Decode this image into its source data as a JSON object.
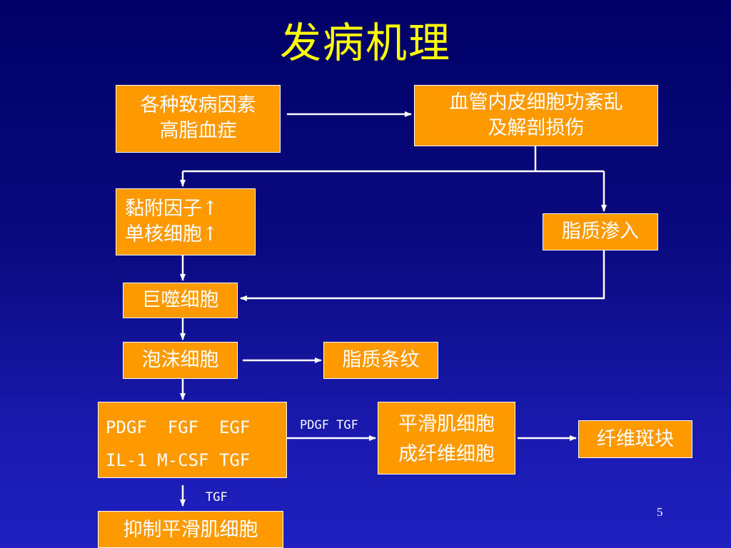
{
  "title": "发病机理",
  "nodes": {
    "causes": [
      "各种致病因素",
      "高脂血症"
    ],
    "endothelial": [
      "血管内皮细胞功紊乱",
      "及解剖损伤"
    ],
    "adhesion": [
      "黏附因子↑",
      "单核细胞↑"
    ],
    "lipid_infiltration": "脂质渗入",
    "macrophage": "巨噬细胞",
    "foam_cell": "泡沫细胞",
    "fatty_streak": "脂质条纹",
    "growth_factors": [
      "PDGF  FGF  EGF",
      "IL-1 M-CSF TGF"
    ],
    "smooth_muscle": [
      "平滑肌细胞",
      "成纤维细胞"
    ],
    "fibrous_plaque": "纤维斑块",
    "inhibit": "抑制平滑肌细胞"
  },
  "edge_labels": {
    "gf_to_sm": "PDGF TGF",
    "gf_to_inhibit": "TGF"
  },
  "page_number": "5",
  "colors": {
    "box_fill": "#FF9900",
    "title": "#FFFF00",
    "text": "#FFFFFF"
  }
}
